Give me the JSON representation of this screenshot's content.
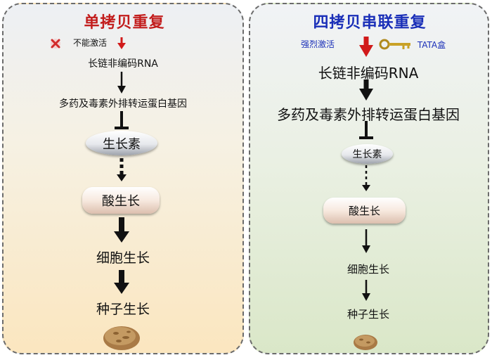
{
  "left": {
    "title": "单拷贝重复",
    "no_activation": "不能激活",
    "lncrna": "长链非编码RNA",
    "transporter": "多药及毒素外排转运蛋白基因",
    "auxin": "生长素",
    "acid_growth": "酸生长",
    "cell_growth": "细胞生长",
    "seed_growth": "种子生长"
  },
  "right": {
    "title": "四拷贝串联重复",
    "strong_activation": "强烈激活",
    "tata_box": "TATA盒",
    "lncrna": "长链非编码RNA",
    "transporter": "多药及毒素外排转运蛋白基因",
    "auxin": "生长素",
    "acid_growth": "酸生长",
    "cell_growth": "细胞生长",
    "seed_growth": "种子生长"
  },
  "colors": {
    "left_title": "#c21d1d",
    "right_title": "#1a2fb8",
    "activation_arrow": "#d11a1a",
    "key": "#c9a227"
  },
  "icons": [
    "x-mark-icon",
    "red-arrow-icon",
    "key-icon",
    "arrow-icon",
    "inhibit-icon",
    "dotted-arrow-icon",
    "seed-icon"
  ]
}
